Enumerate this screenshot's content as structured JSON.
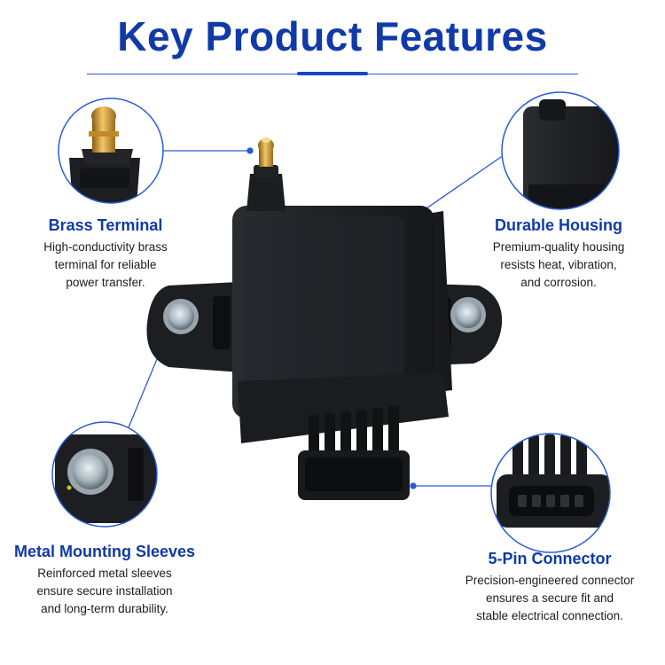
{
  "title": "Key Product Features",
  "features": {
    "brass": {
      "title": "Brass Terminal",
      "lines": [
        "High-conductivity brass",
        "terminal for reliable",
        "power transfer."
      ]
    },
    "housing": {
      "title": "Durable Housing",
      "lines": [
        "Premium-quality housing",
        "resists heat, vibration,",
        "and corrosion."
      ]
    },
    "sleeves": {
      "title": "Metal Mounting Sleeves",
      "lines": [
        "Reinforced metal sleeves",
        "ensure secure installation",
        "and long-term durability."
      ]
    },
    "pin": {
      "title": "5-Pin Connector",
      "lines": [
        "Precision-engineered connector",
        "ensures a secure fit and",
        "stable electrical connection."
      ]
    }
  },
  "colors": {
    "accent": "#0f3aa8",
    "line": "#2a5bd7",
    "body": "#1c1c1c",
    "product": "#1f2124"
  },
  "images": {
    "main": "ignition-coil-product",
    "zoom_brass": "brass-terminal-closeup",
    "zoom_housing": "housing-closeup",
    "zoom_sleeves": "mounting-sleeve-closeup",
    "zoom_pin": "connector-closeup"
  }
}
